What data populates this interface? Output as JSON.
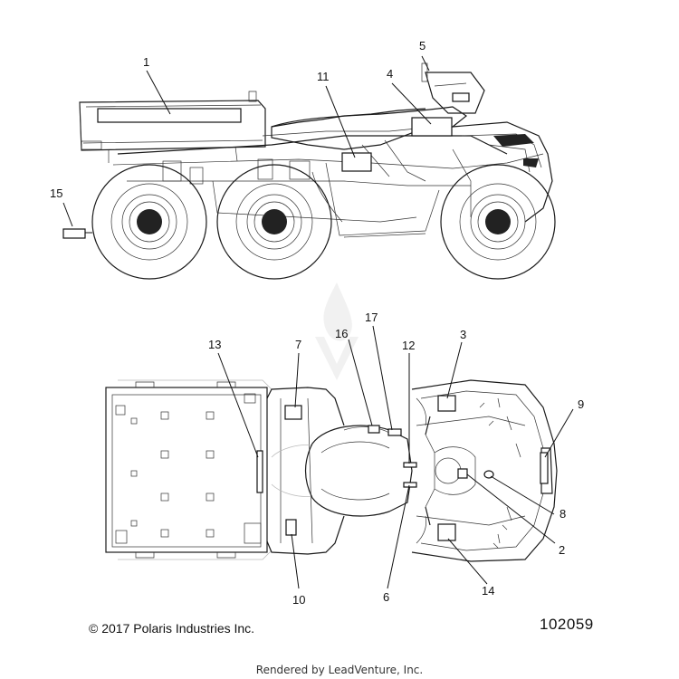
{
  "callouts": {
    "c1": "1",
    "c2": "2",
    "c3": "3",
    "c4": "4",
    "c5": "5",
    "c6": "6",
    "c7": "7",
    "c8": "8",
    "c9": "9",
    "c10": "10",
    "c11": "11",
    "c12": "12",
    "c13": "13",
    "c14": "14",
    "c15": "15",
    "c16": "16",
    "c17": "17"
  },
  "footer": {
    "copyright": "© 2017 Polaris Industries Inc.",
    "diagram_number": "102059",
    "rendered_by": "Rendered by LeadVenture, Inc."
  }
}
